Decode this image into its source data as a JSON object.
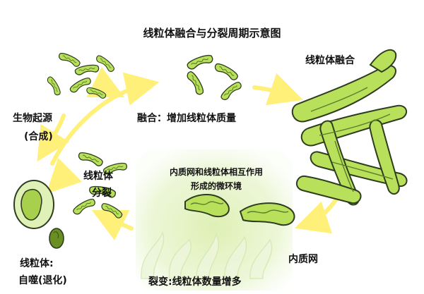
{
  "title": "线粒体融合与分裂周期示意图",
  "labels": {
    "fusion_top": "线粒体融合",
    "synthesis": "生物起源",
    "synthesis_paren": "(合成)",
    "fusion_mass": "融合：增加线粒体质量",
    "fission_l1": "线粒体",
    "fission_l2": "分裂",
    "er_zone_l1": "内质网和线粒体相互作用",
    "er_zone_l2": "形成的微环境",
    "mitophagy_l1": "线粒体:",
    "mitophagy_l2": "自噬(退化)",
    "er": "内质网",
    "fission_increase": "裂变:线粒体数量增多"
  },
  "colors": {
    "mito_fill": "#b8e05a",
    "mito_dark": "#8bc34a",
    "mito_outline": "#2e3d1f",
    "arrow": "#fff07a",
    "er_zone": "#e6f3c6",
    "autophagy_fill": "#a9d04d"
  }
}
